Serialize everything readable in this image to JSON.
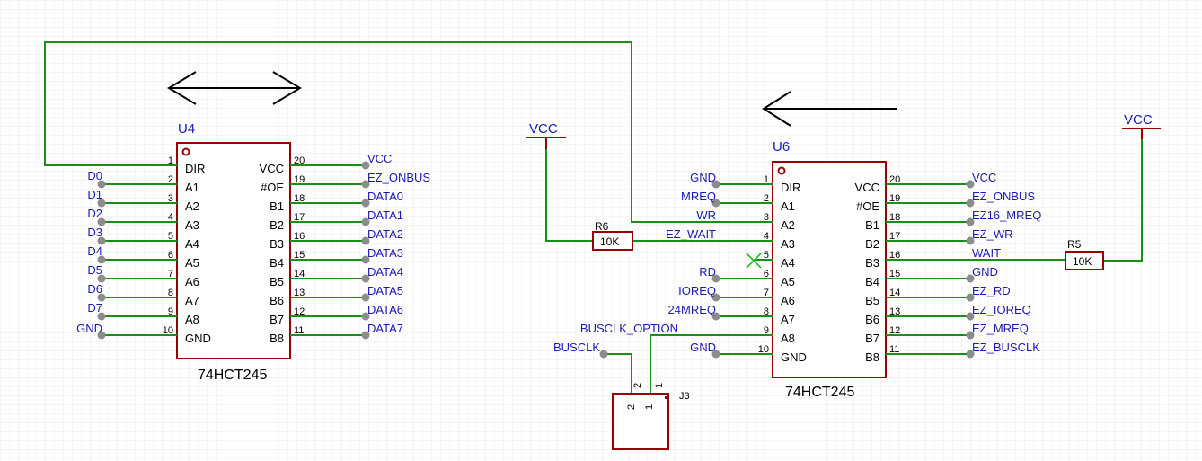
{
  "colors": {
    "wire": "#189018",
    "body": "#990000",
    "net_label": "#1a1ab4",
    "grid": "#ececec",
    "no_connect": "#22c022"
  },
  "u4": {
    "ref": "U4",
    "part": "74HCT245",
    "left_pins": [
      {
        "num": "1",
        "name": "DIR",
        "net": ""
      },
      {
        "num": "2",
        "name": "A1",
        "net": "D0"
      },
      {
        "num": "3",
        "name": "A2",
        "net": "D1"
      },
      {
        "num": "4",
        "name": "A3",
        "net": "D2"
      },
      {
        "num": "5",
        "name": "A4",
        "net": "D3"
      },
      {
        "num": "6",
        "name": "A5",
        "net": "D4"
      },
      {
        "num": "7",
        "name": "A6",
        "net": "D5"
      },
      {
        "num": "8",
        "name": "A7",
        "net": "D6"
      },
      {
        "num": "9",
        "name": "A8",
        "net": "D7"
      },
      {
        "num": "10",
        "name": "GND",
        "net": "GND"
      }
    ],
    "right_pins": [
      {
        "num": "20",
        "name": "VCC",
        "net": "VCC"
      },
      {
        "num": "19",
        "name": "#OE",
        "net": "EZ_ONBUS"
      },
      {
        "num": "18",
        "name": "B1",
        "net": "DATA0"
      },
      {
        "num": "17",
        "name": "B2",
        "net": "DATA1"
      },
      {
        "num": "16",
        "name": "B3",
        "net": "DATA2"
      },
      {
        "num": "15",
        "name": "B4",
        "net": "DATA3"
      },
      {
        "num": "14",
        "name": "B5",
        "net": "DATA4"
      },
      {
        "num": "13",
        "name": "B6",
        "net": "DATA5"
      },
      {
        "num": "12",
        "name": "B7",
        "net": "DATA6"
      },
      {
        "num": "11",
        "name": "B8",
        "net": "DATA7"
      }
    ]
  },
  "u6": {
    "ref": "U6",
    "part": "74HCT245",
    "left_pins": [
      {
        "num": "1",
        "name": "DIR",
        "net": "GND"
      },
      {
        "num": "2",
        "name": "A1",
        "net": "MREQ"
      },
      {
        "num": "3",
        "name": "A2",
        "net": "WR"
      },
      {
        "num": "4",
        "name": "A3",
        "net": "EZ_WAIT"
      },
      {
        "num": "5",
        "name": "A4",
        "net": ""
      },
      {
        "num": "6",
        "name": "A5",
        "net": "RD"
      },
      {
        "num": "7",
        "name": "A6",
        "net": "IOREQ"
      },
      {
        "num": "8",
        "name": "A7",
        "net": "24MREQ"
      },
      {
        "num": "9",
        "name": "A8",
        "net": "BUSCLK_OPTION"
      },
      {
        "num": "10",
        "name": "GND",
        "net": "GND"
      }
    ],
    "right_pins": [
      {
        "num": "20",
        "name": "VCC",
        "net": "VCC"
      },
      {
        "num": "19",
        "name": "#OE",
        "net": "EZ_ONBUS"
      },
      {
        "num": "18",
        "name": "B1",
        "net": "EZ16_MREQ"
      },
      {
        "num": "17",
        "name": "B2",
        "net": "EZ_WR"
      },
      {
        "num": "16",
        "name": "B3",
        "net": "WAIT"
      },
      {
        "num": "15",
        "name": "B4",
        "net": "GND"
      },
      {
        "num": "14",
        "name": "B5",
        "net": "EZ_RD"
      },
      {
        "num": "13",
        "name": "B6",
        "net": "EZ_IOREQ"
      },
      {
        "num": "12",
        "name": "B7",
        "net": "EZ_MREQ"
      },
      {
        "num": "11",
        "name": "B8",
        "net": "EZ_BUSCLK"
      }
    ]
  },
  "r6": {
    "ref": "R6",
    "value": "10K"
  },
  "r5": {
    "ref": "R5",
    "value": "10K"
  },
  "vcc_left": "VCC",
  "vcc_right": "VCC",
  "busclk": "BUSCLK",
  "j3": {
    "ref": "J3",
    "pin1": "1",
    "pin2": "2"
  },
  "arrows": {
    "u4": "bidirectional-arrow-icon",
    "u6": "left-arrow-icon"
  }
}
